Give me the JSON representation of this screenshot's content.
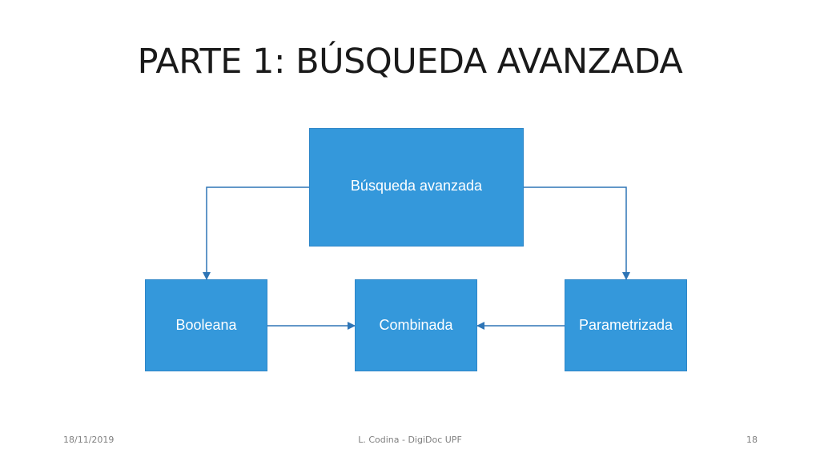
{
  "slide": {
    "title": "PARTE 1: BÚSQUEDA AVANZADA"
  },
  "diagram": {
    "nodes": {
      "root": "Búsqueda avanzada",
      "left": "Booleana",
      "middle": "Combinada",
      "right": "Parametrizada"
    },
    "edges": [
      {
        "from": "Búsqueda avanzada",
        "to": "Booleana"
      },
      {
        "from": "Búsqueda avanzada",
        "to": "Parametrizada"
      },
      {
        "from": "Booleana",
        "to": "Combinada"
      },
      {
        "from": "Parametrizada",
        "to": "Combinada"
      }
    ],
    "colors": {
      "box_fill": "#3498db",
      "connector": "#2e75b6"
    }
  },
  "footer": {
    "date": "18/11/2019",
    "author": "L. Codina - DigiDoc UPF",
    "page": "18"
  }
}
